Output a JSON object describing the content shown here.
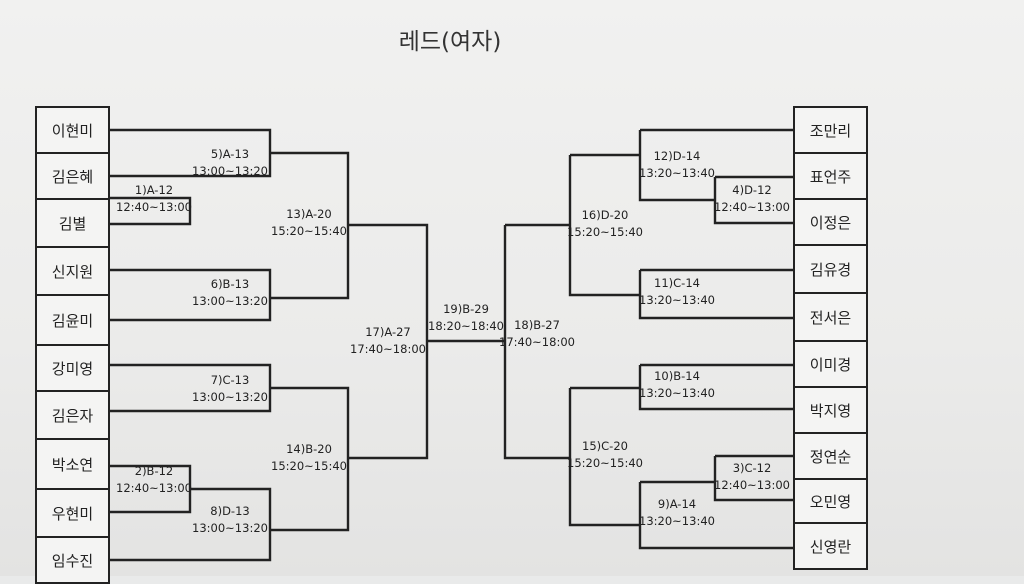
{
  "title": "레드(여자)",
  "players_left": [
    "이현미",
    "김은혜",
    "김별",
    "신지원",
    "김윤미",
    "강미영",
    "김은자",
    "박소연",
    "우현미",
    "임수진"
  ],
  "players_right": [
    "조만리",
    "표언주",
    "이정은",
    "김유경",
    "전서은",
    "이미경",
    "박지영",
    "정연순",
    "오민영",
    "신영란"
  ],
  "matches": {
    "m1": {
      "id": "1)A-12",
      "time": "12:40~13:00"
    },
    "m2": {
      "id": "2)B-12",
      "time": "12:40~13:00"
    },
    "m3": {
      "id": "3)C-12",
      "time": "12:40~13:00"
    },
    "m4": {
      "id": "4)D-12",
      "time": "12:40~13:00"
    },
    "m5": {
      "id": "5)A-13",
      "time": "13:00~13:20"
    },
    "m6": {
      "id": "6)B-13",
      "time": "13:00~13:20"
    },
    "m7": {
      "id": "7)C-13",
      "time": "13:00~13:20"
    },
    "m8": {
      "id": "8)D-13",
      "time": "13:00~13:20"
    },
    "m9": {
      "id": "9)A-14",
      "time": "13:20~13:40"
    },
    "m10": {
      "id": "10)B-14",
      "time": "13:20~13:40"
    },
    "m11": {
      "id": "11)C-14",
      "time": "13:20~13:40"
    },
    "m12": {
      "id": "12)D-14",
      "time": "13:20~13:40"
    },
    "m13": {
      "id": "13)A-20",
      "time": "15:20~15:40"
    },
    "m14": {
      "id": "14)B-20",
      "time": "15:20~15:40"
    },
    "m15": {
      "id": "15)C-20",
      "time": "15:20~15:40"
    },
    "m16": {
      "id": "16)D-20",
      "time": "15:20~15:40"
    },
    "m17": {
      "id": "17)A-27",
      "time": "17:40~18:00"
    },
    "m18": {
      "id": "18)B-27",
      "time": "17:40~18:00"
    },
    "m19": {
      "id": "19)B-29",
      "time": "18:20~18:40"
    }
  }
}
